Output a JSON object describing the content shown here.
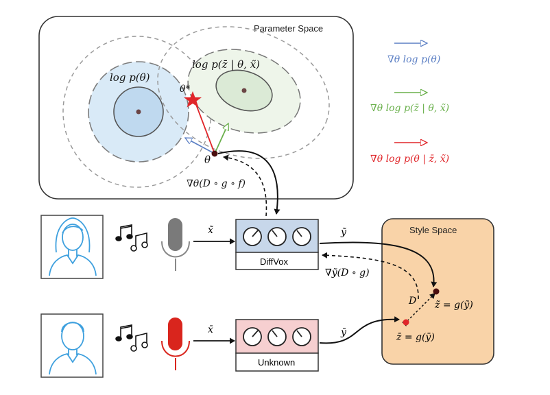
{
  "parameter_space": {
    "title": "Parameter Space",
    "prior_label": "log p(θ)",
    "likelihood_label": "log p(z̄ | θ, x̃)",
    "theta_star": "θ*",
    "theta": "θ",
    "gradient_chain": "∇θ(D ∘ g ∘ f)"
  },
  "legend": {
    "items": [
      {
        "label": "∇θ log p(θ)",
        "color": "#5b7fc4"
      },
      {
        "label": "∇θ log p(z̄ | θ, x̃)",
        "color": "#6ab04c"
      },
      {
        "label": "∇θ log p(θ | z̄, x̃)",
        "color": "#e0262a"
      }
    ]
  },
  "pipeline": {
    "top": {
      "input_label": "x̃",
      "box_label": "DiffVox",
      "output_label": "ỹ",
      "box_color": "#c7d7ea",
      "mic_color": "#7a7a7a"
    },
    "bottom": {
      "input_label": "x̄",
      "box_label": "Unknown",
      "output_label": "ȳ",
      "box_color": "#f6cfd0",
      "mic_color": "#d9251d"
    },
    "back_gradient": "∇ỹ(D ∘ g)"
  },
  "style_space": {
    "title": "Style Space",
    "distance": "D",
    "z_tilde": "z̃ = g(ỹ)",
    "z_bar": "z̄ = g(ȳ)",
    "color": "#f9d3a8"
  },
  "colors": {
    "prior_fill": "#d8e9f7",
    "prior_core": "#bfd9ef",
    "likelihood_fill": "#dbead6",
    "person": "#3ea0de"
  }
}
